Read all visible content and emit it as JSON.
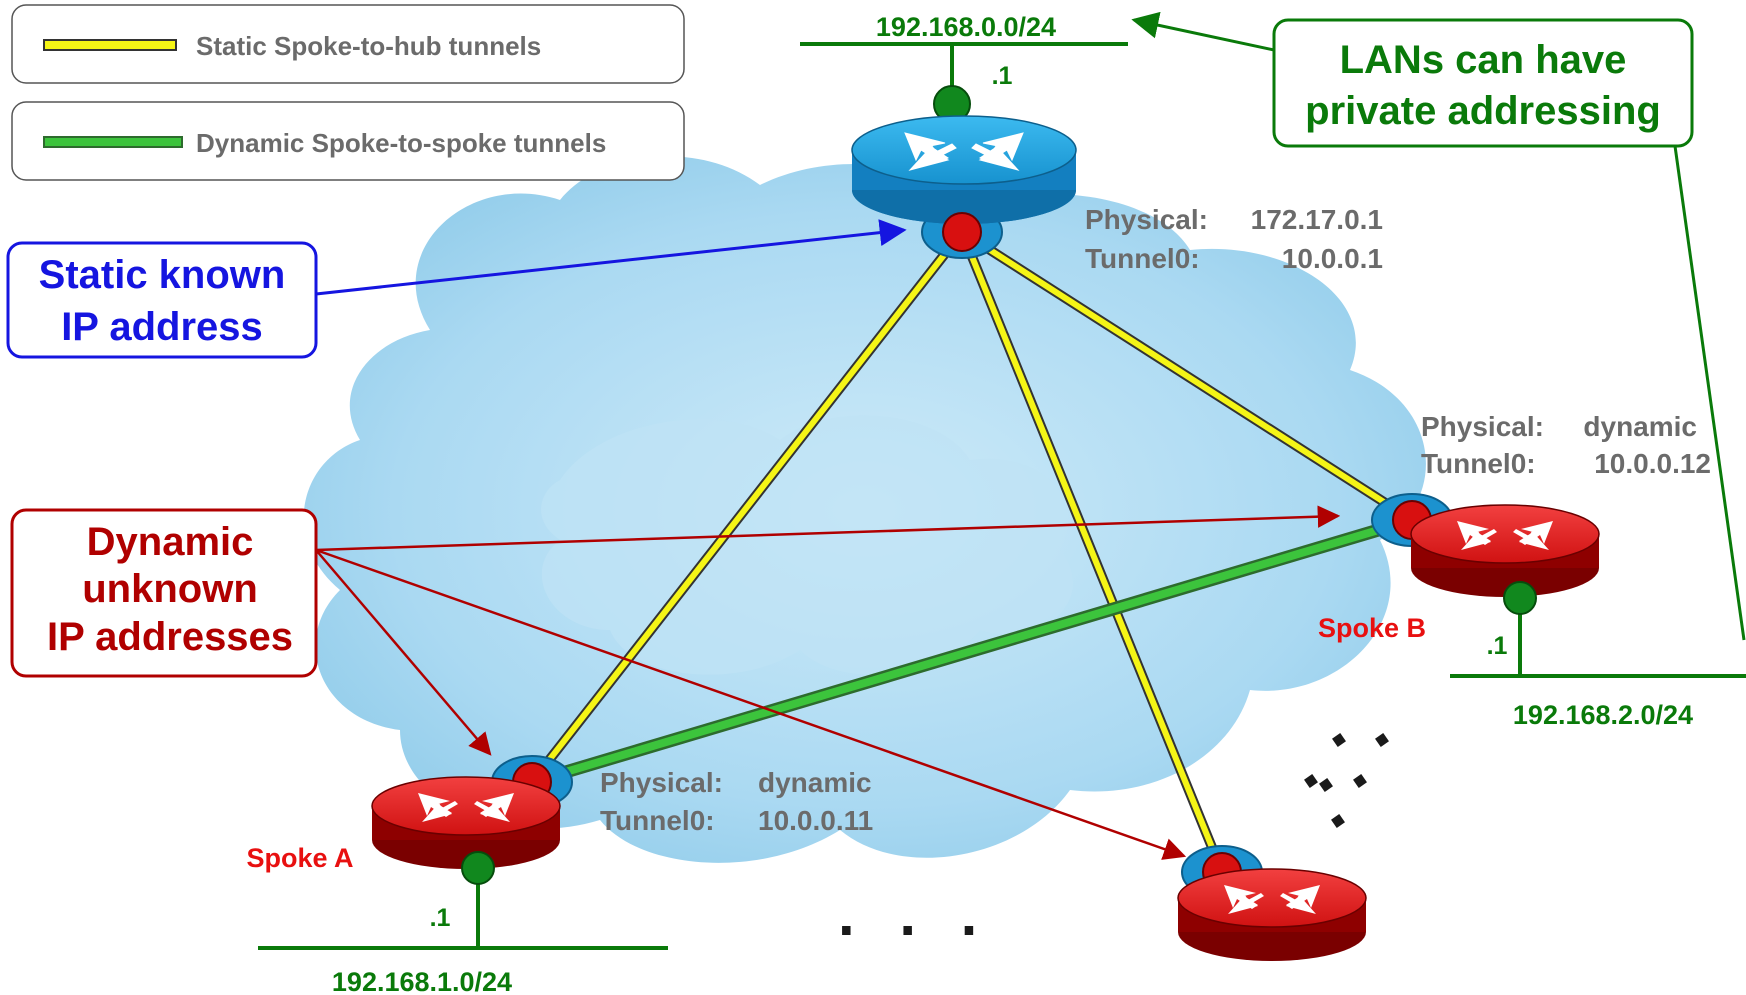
{
  "legend": {
    "static_label": "Static Spoke-to-hub tunnels",
    "dynamic_label": "Dynamic Spoke-to-spoke tunnels"
  },
  "callouts": {
    "static_known": [
      "Static known",
      "IP address"
    ],
    "dynamic_unknown": [
      "Dynamic",
      "unknown",
      "IP addresses"
    ],
    "lans_private": [
      "LANs can have",
      "private addressing"
    ]
  },
  "hub": {
    "lan": "192.168.0.0/24",
    "lan_host": ".1",
    "physical_label": "Physical:",
    "physical_value": "172.17.0.1",
    "tunnel_label": "Tunnel0:",
    "tunnel_value": "10.0.0.1"
  },
  "spoke_a": {
    "name": "Spoke A",
    "lan": "192.168.1.0/24",
    "lan_host": ".1",
    "physical_label": "Physical:",
    "physical_value": "dynamic",
    "tunnel_label": "Tunnel0:",
    "tunnel_value": "10.0.0.11"
  },
  "spoke_b": {
    "name": "Spoke B",
    "lan": "192.168.2.0/24",
    "lan_host": ".1",
    "physical_label": "Physical:",
    "physical_value": "dynamic",
    "tunnel_label": "Tunnel0:",
    "tunnel_value": "10.0.0.12"
  },
  "ellipsis_bottom": ". . .",
  "colors": {
    "static_tunnel": "#f5f516",
    "dynamic_tunnel": "#3cc43c",
    "lan_line": "#0a7a0a",
    "hub_router": "#1ea0dc",
    "spoke_router": "#e01818",
    "cloud": "#a8d8f0",
    "callout_blue": "#1515e0",
    "callout_red": "#b00000",
    "callout_green": "#0a7a0a"
  }
}
